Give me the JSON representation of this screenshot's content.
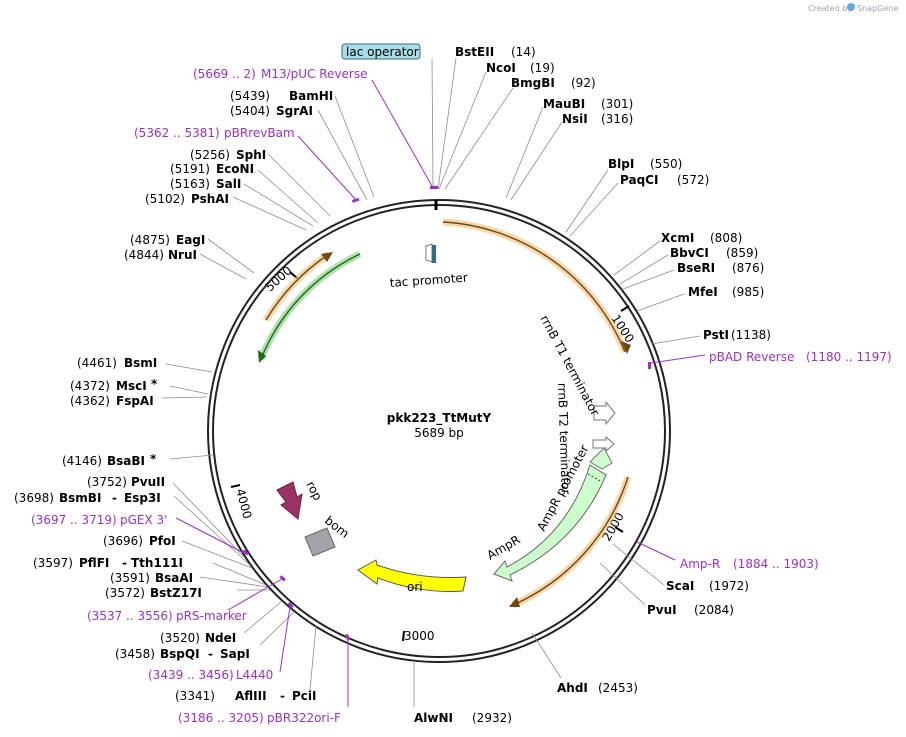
{
  "brand": {
    "created_by": "Created by",
    "name": "SnapGene"
  },
  "plasmid": {
    "name": "pkk223_TtMutY",
    "size": "5689 bp",
    "length": 5689
  },
  "ticks": [
    "1000",
    "2000",
    "3000",
    "4000",
    "5000"
  ],
  "enzymes": [
    {
      "name": "BstEII",
      "pos": "(14)",
      "bp": 14
    },
    {
      "name": "NcoI",
      "pos": "(19)",
      "bp": 19
    },
    {
      "name": "BmgBI",
      "pos": "(92)",
      "bp": 92
    },
    {
      "name": "MauBI",
      "pos": "(301)",
      "bp": 301
    },
    {
      "name": "NsiI",
      "pos": "(316)",
      "bp": 316
    },
    {
      "name": "BlpI",
      "pos": "(550)",
      "bp": 550
    },
    {
      "name": "PaqCI",
      "pos": "(572)",
      "bp": 572
    },
    {
      "name": "XcmI",
      "pos": "(808)",
      "bp": 808
    },
    {
      "name": "BbvCI",
      "pos": "(859)",
      "bp": 859
    },
    {
      "name": "BseRI",
      "pos": "(876)",
      "bp": 876
    },
    {
      "name": "MfeI",
      "pos": "(985)",
      "bp": 985
    },
    {
      "name": "PstI",
      "pos": "(1138)",
      "bp": 1138
    },
    {
      "name": "ScaI",
      "pos": "(1972)",
      "bp": 1972
    },
    {
      "name": "PvuI",
      "pos": "(2084)",
      "bp": 2084
    },
    {
      "name": "AhdI",
      "pos": "(2453)",
      "bp": 2453
    },
    {
      "name": "AlwNI",
      "pos": "(2932)",
      "bp": 2932
    },
    {
      "name": "AflIII",
      "name2": "PciI",
      "pos": "(3341)",
      "bp": 3341
    },
    {
      "name": "BspQI",
      "name2": "SapI",
      "pos": "(3458)",
      "bp": 3458
    },
    {
      "name": "NdeI",
      "pos": "(3520)",
      "bp": 3520
    },
    {
      "name": "BstZ17I",
      "pos": "(3572)",
      "bp": 3572
    },
    {
      "name": "BsaAI",
      "pos": "(3591)",
      "bp": 3591
    },
    {
      "name": "PflFI",
      "name2": "Tth111I",
      "pos": "(3597)",
      "bp": 3597
    },
    {
      "name": "PfoI",
      "pos": "(3696)",
      "bp": 3696
    },
    {
      "name": "BsmBI",
      "name2": "Esp3I",
      "pos": "(3698)",
      "bp": 3698
    },
    {
      "name": "PvuII",
      "pos": "(3752)",
      "bp": 3752
    },
    {
      "name": "BsaBI",
      "star": "*",
      "pos": "(4146)",
      "bp": 4146
    },
    {
      "name": "FspAI",
      "pos": "(4362)",
      "bp": 4362
    },
    {
      "name": "MscI",
      "star": "*",
      "pos": "(4372)",
      "bp": 4372
    },
    {
      "name": "BsmI",
      "pos": "(4461)",
      "bp": 4461
    },
    {
      "name": "NruI",
      "pos": "(4844)",
      "bp": 4844
    },
    {
      "name": "EagI",
      "pos": "(4875)",
      "bp": 4875
    },
    {
      "name": "PshAI",
      "pos": "(5102)",
      "bp": 5102
    },
    {
      "name": "SalI",
      "pos": "(5163)",
      "bp": 5163
    },
    {
      "name": "EcoNI",
      "pos": "(5191)",
      "bp": 5191
    },
    {
      "name": "SphI",
      "pos": "(5256)",
      "bp": 5256
    },
    {
      "name": "SgrAI",
      "pos": "(5404)",
      "bp": 5404
    },
    {
      "name": "BamHI",
      "pos": "(5439)",
      "bp": 5439
    }
  ],
  "primers": [
    {
      "name": "M13/pUC Reverse",
      "range": "(5669 .. 2)",
      "bp": 5680
    },
    {
      "name": "pBRrevBam",
      "range": "(5362 .. 5381)",
      "bp": 5371
    },
    {
      "name": "pBAD Reverse",
      "range": "(1180 .. 1197)",
      "bp": 1188
    },
    {
      "name": "Amp-R",
      "range": "(1884 .. 1903)",
      "bp": 1893
    },
    {
      "name": "pRS-marker",
      "range": "(3537 .. 3556)",
      "bp": 3546
    },
    {
      "name": "pGEX 3'",
      "range": "(3697 .. 3719)",
      "bp": 3708
    },
    {
      "name": "L4440",
      "range": "(3439 .. 3456)",
      "bp": 3447
    },
    {
      "name": "pBR322ori-F",
      "range": "(3186 .. 3205)",
      "bp": 3195
    }
  ],
  "features": {
    "lac_operator": "lac operator",
    "tac_promoter": "tac promoter",
    "rrnB_T1": "rrnB T1 terminator",
    "rrnB_T2": "rrnB T2 terminator",
    "AmpR_promoter": "AmpR promoter",
    "AmpR": "AmpR",
    "ori": "ori",
    "rop": "rop",
    "bom": "bom"
  },
  "colors": {
    "orf_orange": "#f0b562",
    "orf_green": "#3cb234",
    "ampr_fill": "#ccffcc",
    "ori_fill": "#ffff00",
    "rop_fill": "#993366",
    "bom_fill": "#a0a4a8",
    "lac_operator_fill": "#a6dde6",
    "primer_purple": "#9b30c8"
  }
}
